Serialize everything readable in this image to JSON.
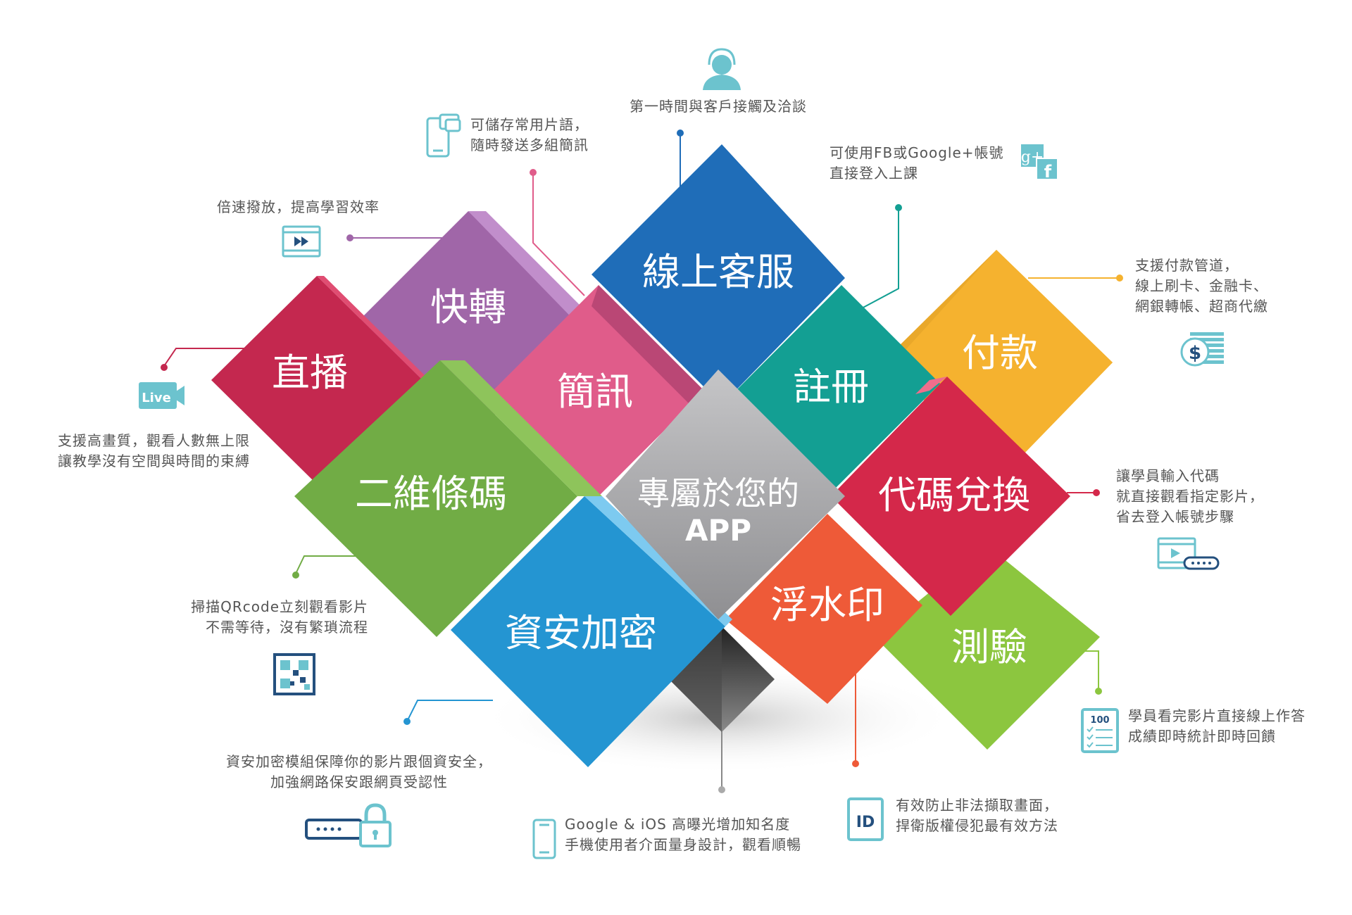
{
  "center": {
    "line1": "專屬於您的",
    "line2": "APP"
  },
  "features": [
    {
      "key": "livestream",
      "label": "直播",
      "color": "#C4284F",
      "desc": [
        "支援高畫質，觀看人數無上限",
        "讓教學沒有空間與時間的束縛"
      ],
      "icon": "live-camera-icon",
      "icon_text": "Live"
    },
    {
      "key": "fast-forward",
      "label": "快轉",
      "color": "#A066A8",
      "desc": [
        "倍速撥放，提高學習效率"
      ],
      "icon": "fast-forward-video-icon"
    },
    {
      "key": "sms",
      "label": "簡訊",
      "color": "#E05C8A",
      "desc": [
        "可儲存常用片語，",
        "隨時發送多組簡訊"
      ],
      "icon": "phone-chat-icon"
    },
    {
      "key": "customer-service",
      "label": "線上客服",
      "color": "#1F6DB8",
      "desc": [
        "第一時間與客戶接觸及洽談"
      ],
      "icon": "headset-agent-icon"
    },
    {
      "key": "register",
      "label": "註冊",
      "color": "#139F93",
      "desc": [
        "可使用FB或Google+帳號",
        "直接登入上課"
      ],
      "icon": "google-facebook-icon"
    },
    {
      "key": "payment",
      "label": "付款",
      "color": "#F5B22F",
      "desc": [
        "支援付款管道，",
        "線上刷卡、金融卡、",
        "網銀轉帳、超商代繳"
      ],
      "icon": "coins-dollar-icon"
    },
    {
      "key": "qrcode",
      "label": "二維條碼",
      "color": "#71AC45",
      "desc": [
        "掃描QRcode立刻觀看影片",
        "不需等待，沒有繁瑣流程"
      ],
      "icon": "qr-code-icon"
    },
    {
      "key": "redeem-code",
      "label": "代碼兌換",
      "color": "#D4284A",
      "desc": [
        "讓學員輸入代碼",
        "就直接觀看指定影片，",
        "省去登入帳號步驟"
      ],
      "icon": "video-code-input-icon"
    },
    {
      "key": "encryption",
      "label": "資安加密",
      "color": "#2495D2",
      "desc": [
        "資安加密模組保障你的影片跟個資安全，",
        "加強網路保安跟網頁受認性"
      ],
      "icon": "password-lock-icon"
    },
    {
      "key": "watermark",
      "label": "浮水印",
      "color": "#EE5A38",
      "desc": [
        "有效防止非法擷取畫面，",
        "捍衛版權侵犯最有效方法"
      ],
      "icon": "id-document-icon",
      "icon_text": "ID"
    },
    {
      "key": "quiz",
      "label": "測驗",
      "color": "#8CC63F",
      "desc": [
        "學員看完影片直接線上作答",
        "成績即時統計即時回饋"
      ],
      "icon": "quiz-checklist-icon",
      "icon_text": "100"
    },
    {
      "key": "mobile",
      "desc": [
        "Google & iOS  高曝光增加知名度",
        "手機使用者介面量身設計，觀看順暢"
      ],
      "icon": "smartphone-icon"
    }
  ],
  "colors": {
    "center": "#A8A8AA",
    "text": "#555555",
    "icon_teal": "#6CC3CE",
    "icon_navy": "#24507E"
  }
}
